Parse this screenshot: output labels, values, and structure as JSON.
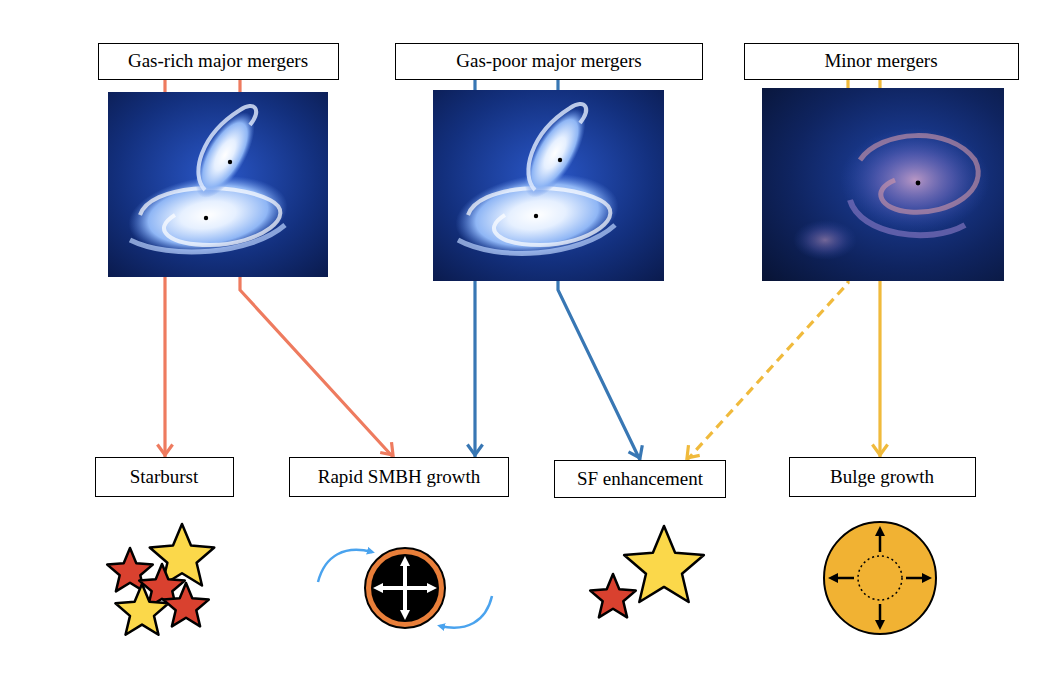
{
  "diagram": {
    "nodes": [
      {
        "text": [
          "Gas-rich major mergers"
        ]
      },
      {
        "text": [
          "Gas-poor major mergers"
        ]
      },
      {
        "text": [
          "Minor mergers"
        ]
      },
      {
        "text": [
          "Starburst"
        ]
      },
      {
        "text": [
          "Rapid SMBH growth"
        ]
      },
      {
        "text": [
          "SF enhancement"
        ]
      },
      {
        "text": [
          "Bulge growth"
        ]
      }
    ],
    "edges": [
      {
        "from": 0,
        "to": 3,
        "arrow": "to"
      },
      {
        "from": 0,
        "to": 4,
        "arrow": "to"
      },
      {
        "from": 1,
        "to": 4,
        "arrow": "to"
      },
      {
        "from": 1,
        "to": 5,
        "arrow": "to"
      },
      {
        "from": 2,
        "to": 5,
        "arrow": "to"
      },
      {
        "from": 2,
        "to": 6,
        "arrow": "to"
      }
    ]
  }
}
